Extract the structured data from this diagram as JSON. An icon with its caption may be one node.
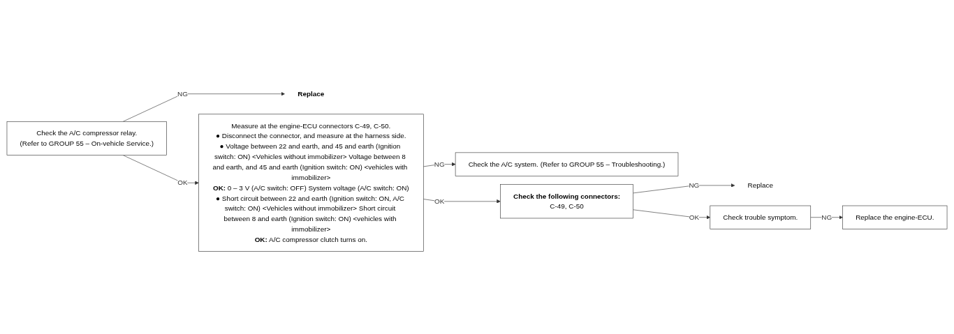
{
  "diagram": {
    "nodes": [
      {
        "text": [
          "Check the A/C compressor relay.",
          "(Refer to GROUP 55 – On-vehicle Service.)"
        ]
      },
      {
        "text": [
          "Replace"
        ]
      },
      {
        "text": [
          "Measure at the engine-ECU connectors C-49, C-50.",
          "● Disconnect the connector, and measure at the harness side.",
          "● Voltage between 22 and earth, and 45 and earth (Ignition switch: ON) <Vehicles without immobilizer> Voltage between 8 and earth, and 45 and earth (Ignition switch: ON) <vehicles with immobilizer>",
          "**OK:** 0 – 3 V (A/C switch: OFF) System voltage (A/C switch: ON)",
          "● Short circuit between 22 and earth (Ignition switch: ON, A/C switch: ON) <Vehicles without immobilizer> Short circuit between 8 and earth (Ignition switch: ON) <vehicles with immobilizer>",
          "**OK:** A/C compressor clutch turns on."
        ]
      },
      {
        "text": [
          "Check the A/C system. (Refer to GROUP 55 – Troubleshooting.)"
        ]
      },
      {
        "text": [
          "Check the following connectors:",
          "C-49, C-50"
        ]
      },
      {
        "text": [
          "Replace"
        ]
      },
      {
        "text": [
          "Check trouble symptom."
        ]
      },
      {
        "text": [
          "Replace the engine-ECU."
        ]
      }
    ],
    "edges": [
      {
        "from": 0,
        "to": 1,
        "arrow": "to",
        "label": "NG"
      },
      {
        "from": 0,
        "to": 2,
        "arrow": "to",
        "label": "OK"
      },
      {
        "from": 2,
        "to": 3,
        "arrow": "to",
        "label": "NG"
      },
      {
        "from": 2,
        "to": 4,
        "arrow": "to",
        "label": "OK"
      },
      {
        "from": 4,
        "to": 5,
        "arrow": "to",
        "label": "NG"
      },
      {
        "from": 4,
        "to": 6,
        "arrow": "to",
        "label": "OK"
      },
      {
        "from": 6,
        "to": 7,
        "arrow": "to",
        "label": "NG"
      }
    ]
  }
}
